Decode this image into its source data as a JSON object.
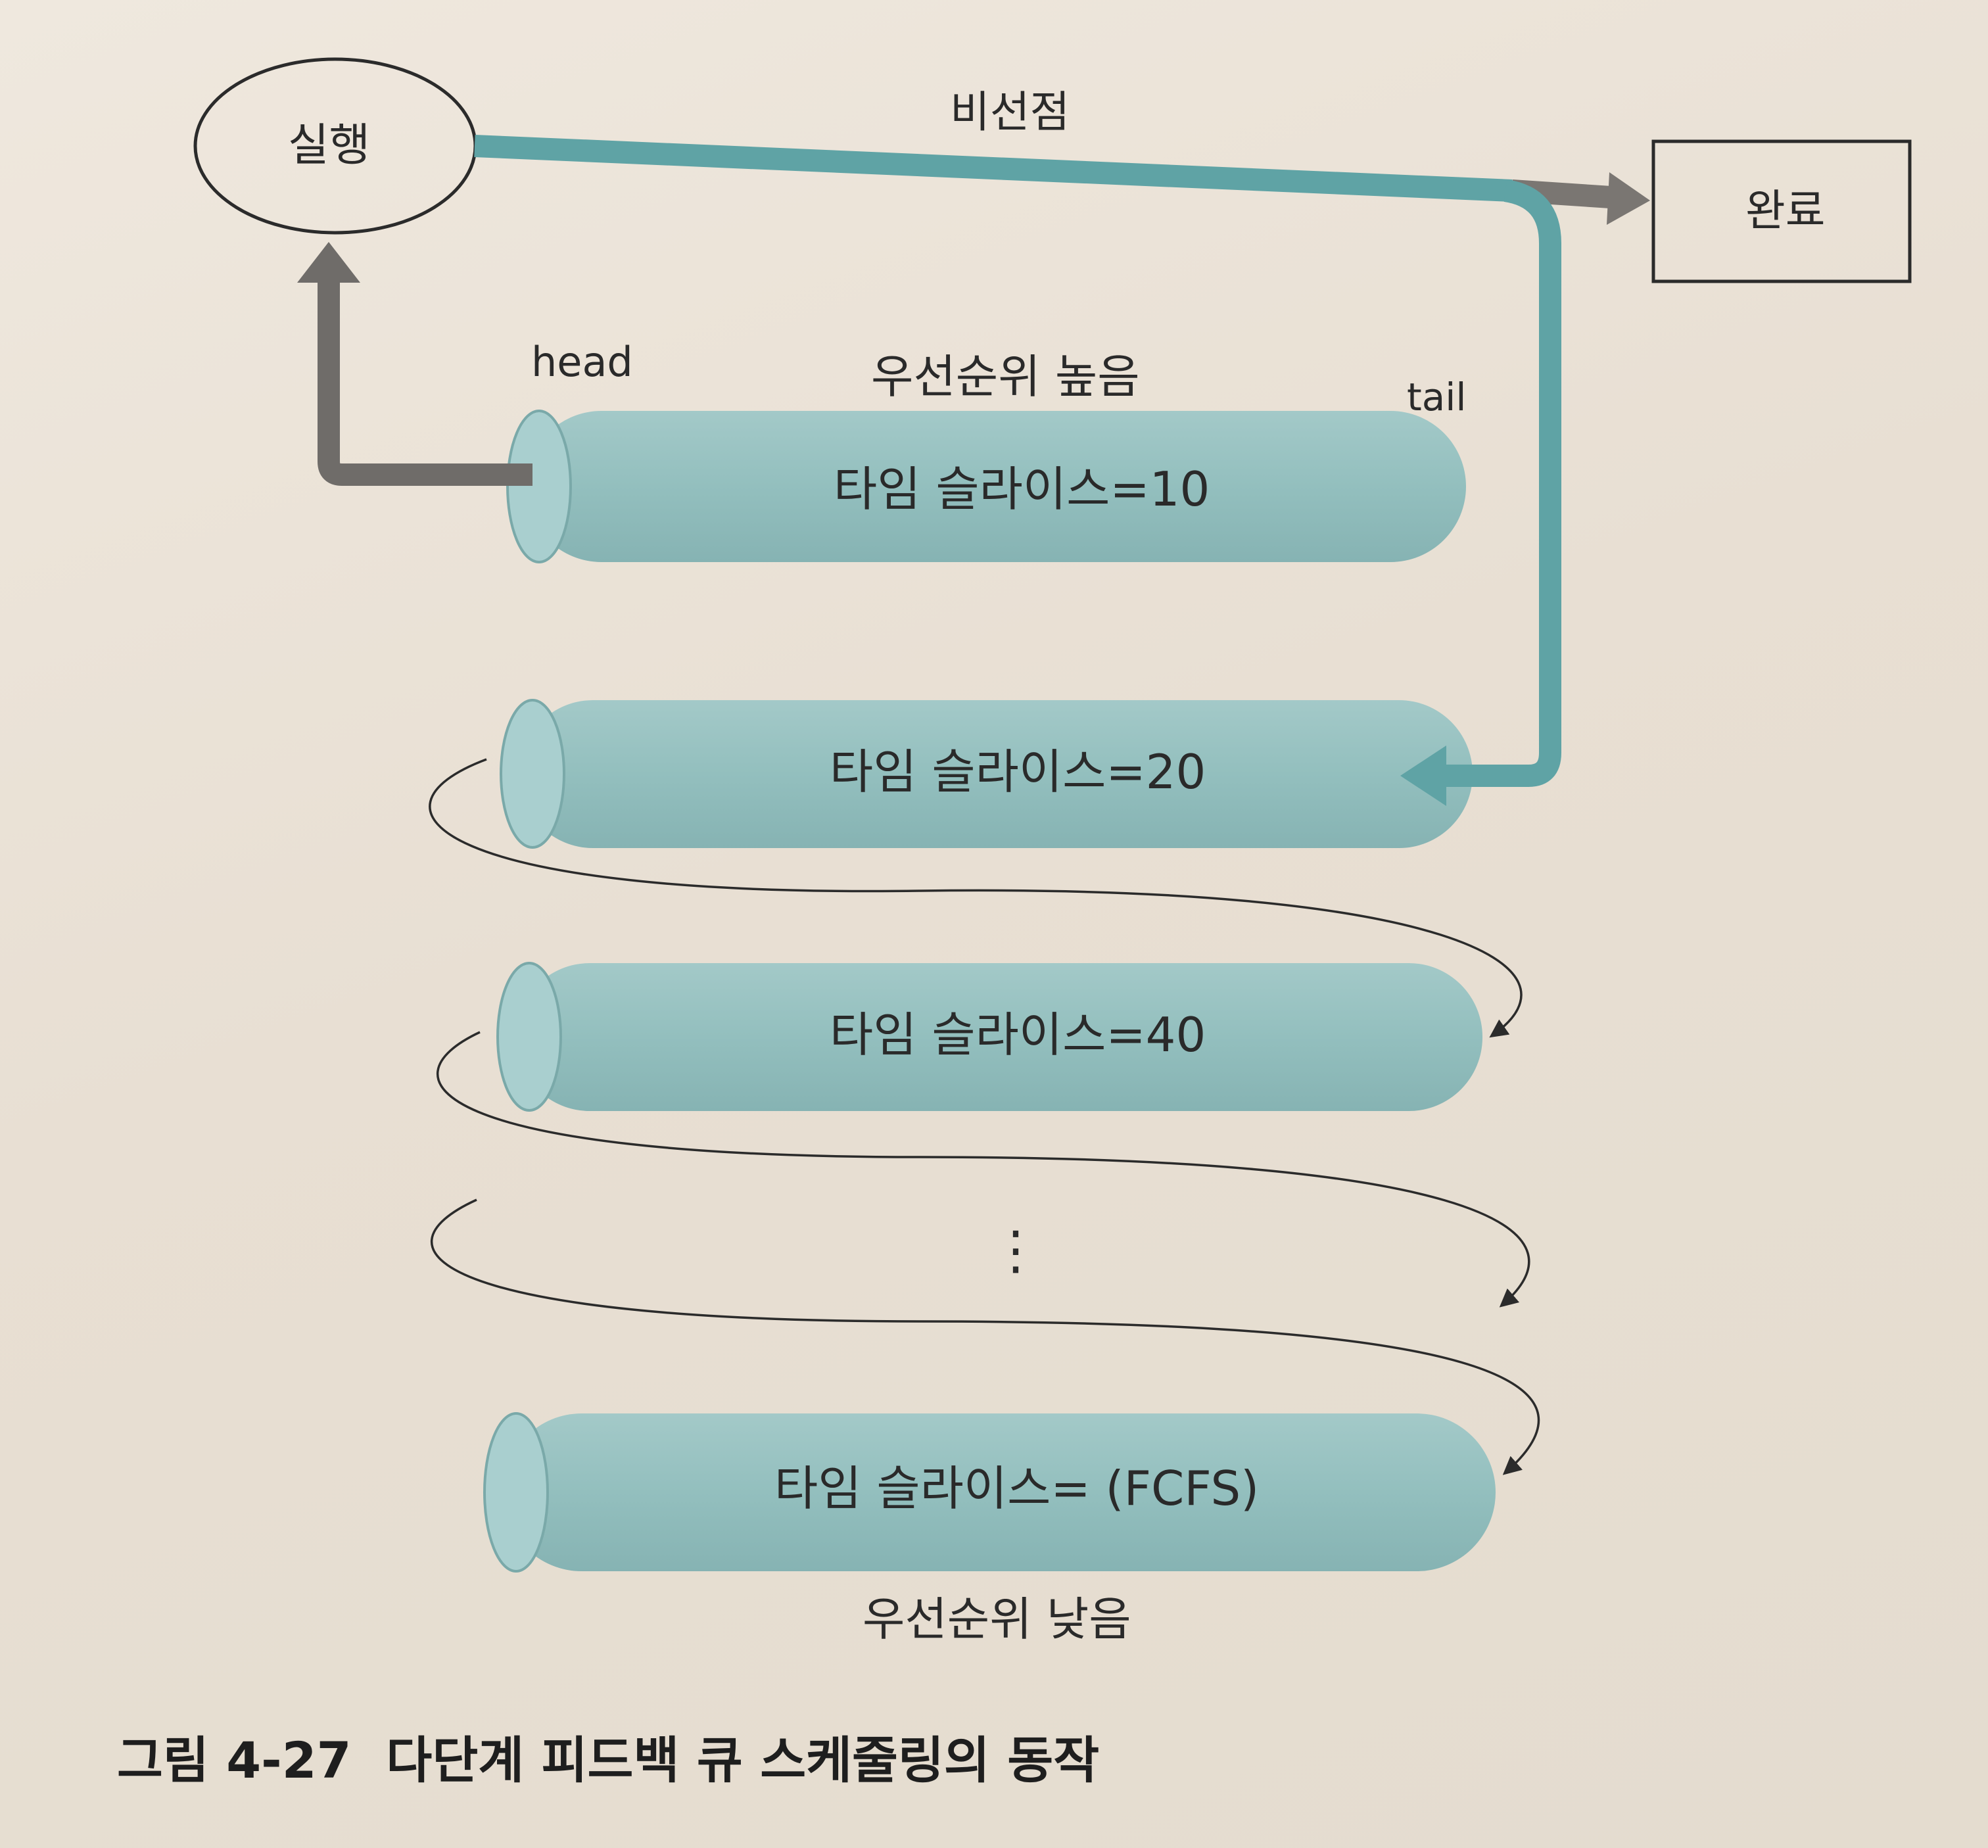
{
  "labels": {
    "running": "실행",
    "nonpreemptive": "비선점",
    "done": "완료",
    "head": "head",
    "tail": "tail",
    "priority_high": "우선순위 높음",
    "priority_low": "우선순위 낮음",
    "ellipsis": "⋮"
  },
  "queues": [
    {
      "label": "타임 슬라이스=10"
    },
    {
      "label": "타임 슬라이스=20"
    },
    {
      "label": "타임 슬라이스=40"
    },
    {
      "label": "타임 슬라이스= (FCFS)"
    }
  ],
  "caption": "그림 4-27  다단계 피드백 큐 스케줄링의 동작",
  "colors": {
    "tube": "#8fbcbc",
    "tube_end": "#a9cfcf",
    "teal_arrow": "#5fa3a5",
    "gray_arrow": "#6f6c69"
  }
}
